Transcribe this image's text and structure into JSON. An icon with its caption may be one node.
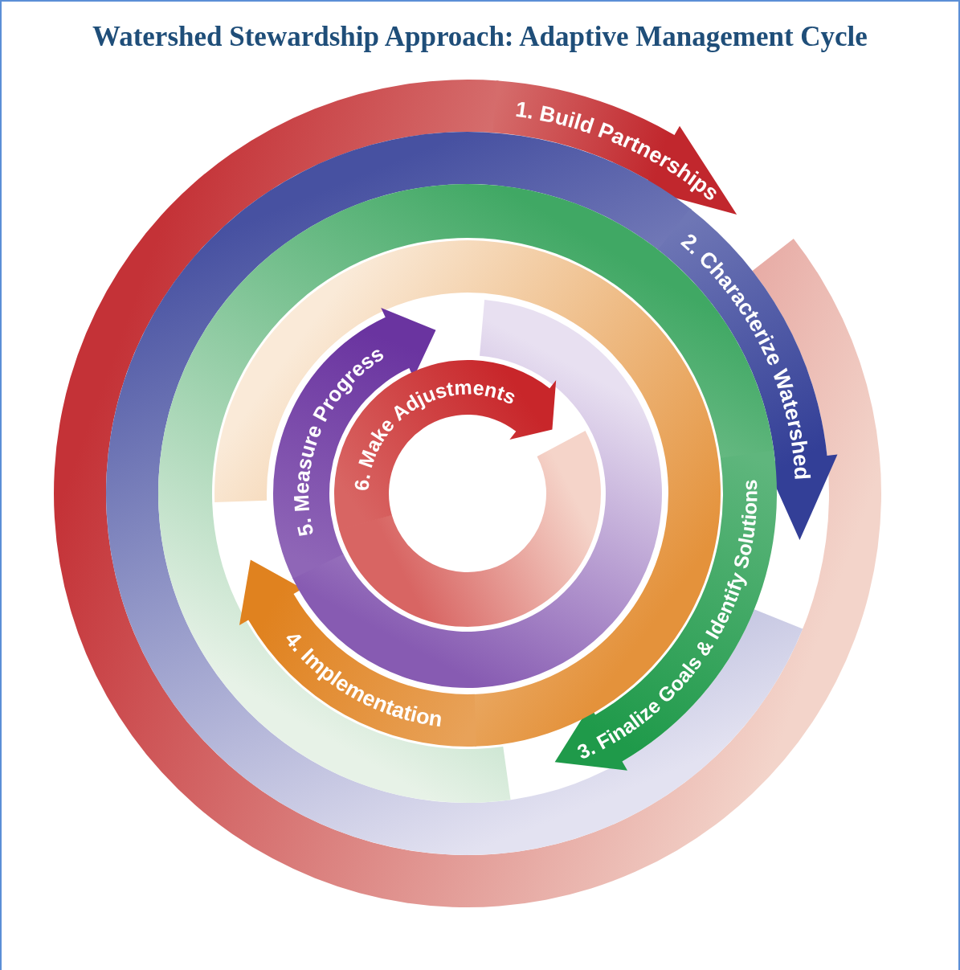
{
  "diagram": {
    "title": "Watershed Stewardship Approach: Adaptive Management Cycle",
    "nodes": [
      {
        "text": [
          "1. Build Partnerships"
        ]
      },
      {
        "text": [
          "2. Characterize Watershed"
        ]
      },
      {
        "text": [
          "3. Finalize Goals & Identify Solutions"
        ]
      },
      {
        "text": [
          "4. Implementation"
        ]
      },
      {
        "text": [
          "5. Measure Progress"
        ]
      },
      {
        "text": [
          "6. Make Adjustments"
        ]
      }
    ]
  }
}
